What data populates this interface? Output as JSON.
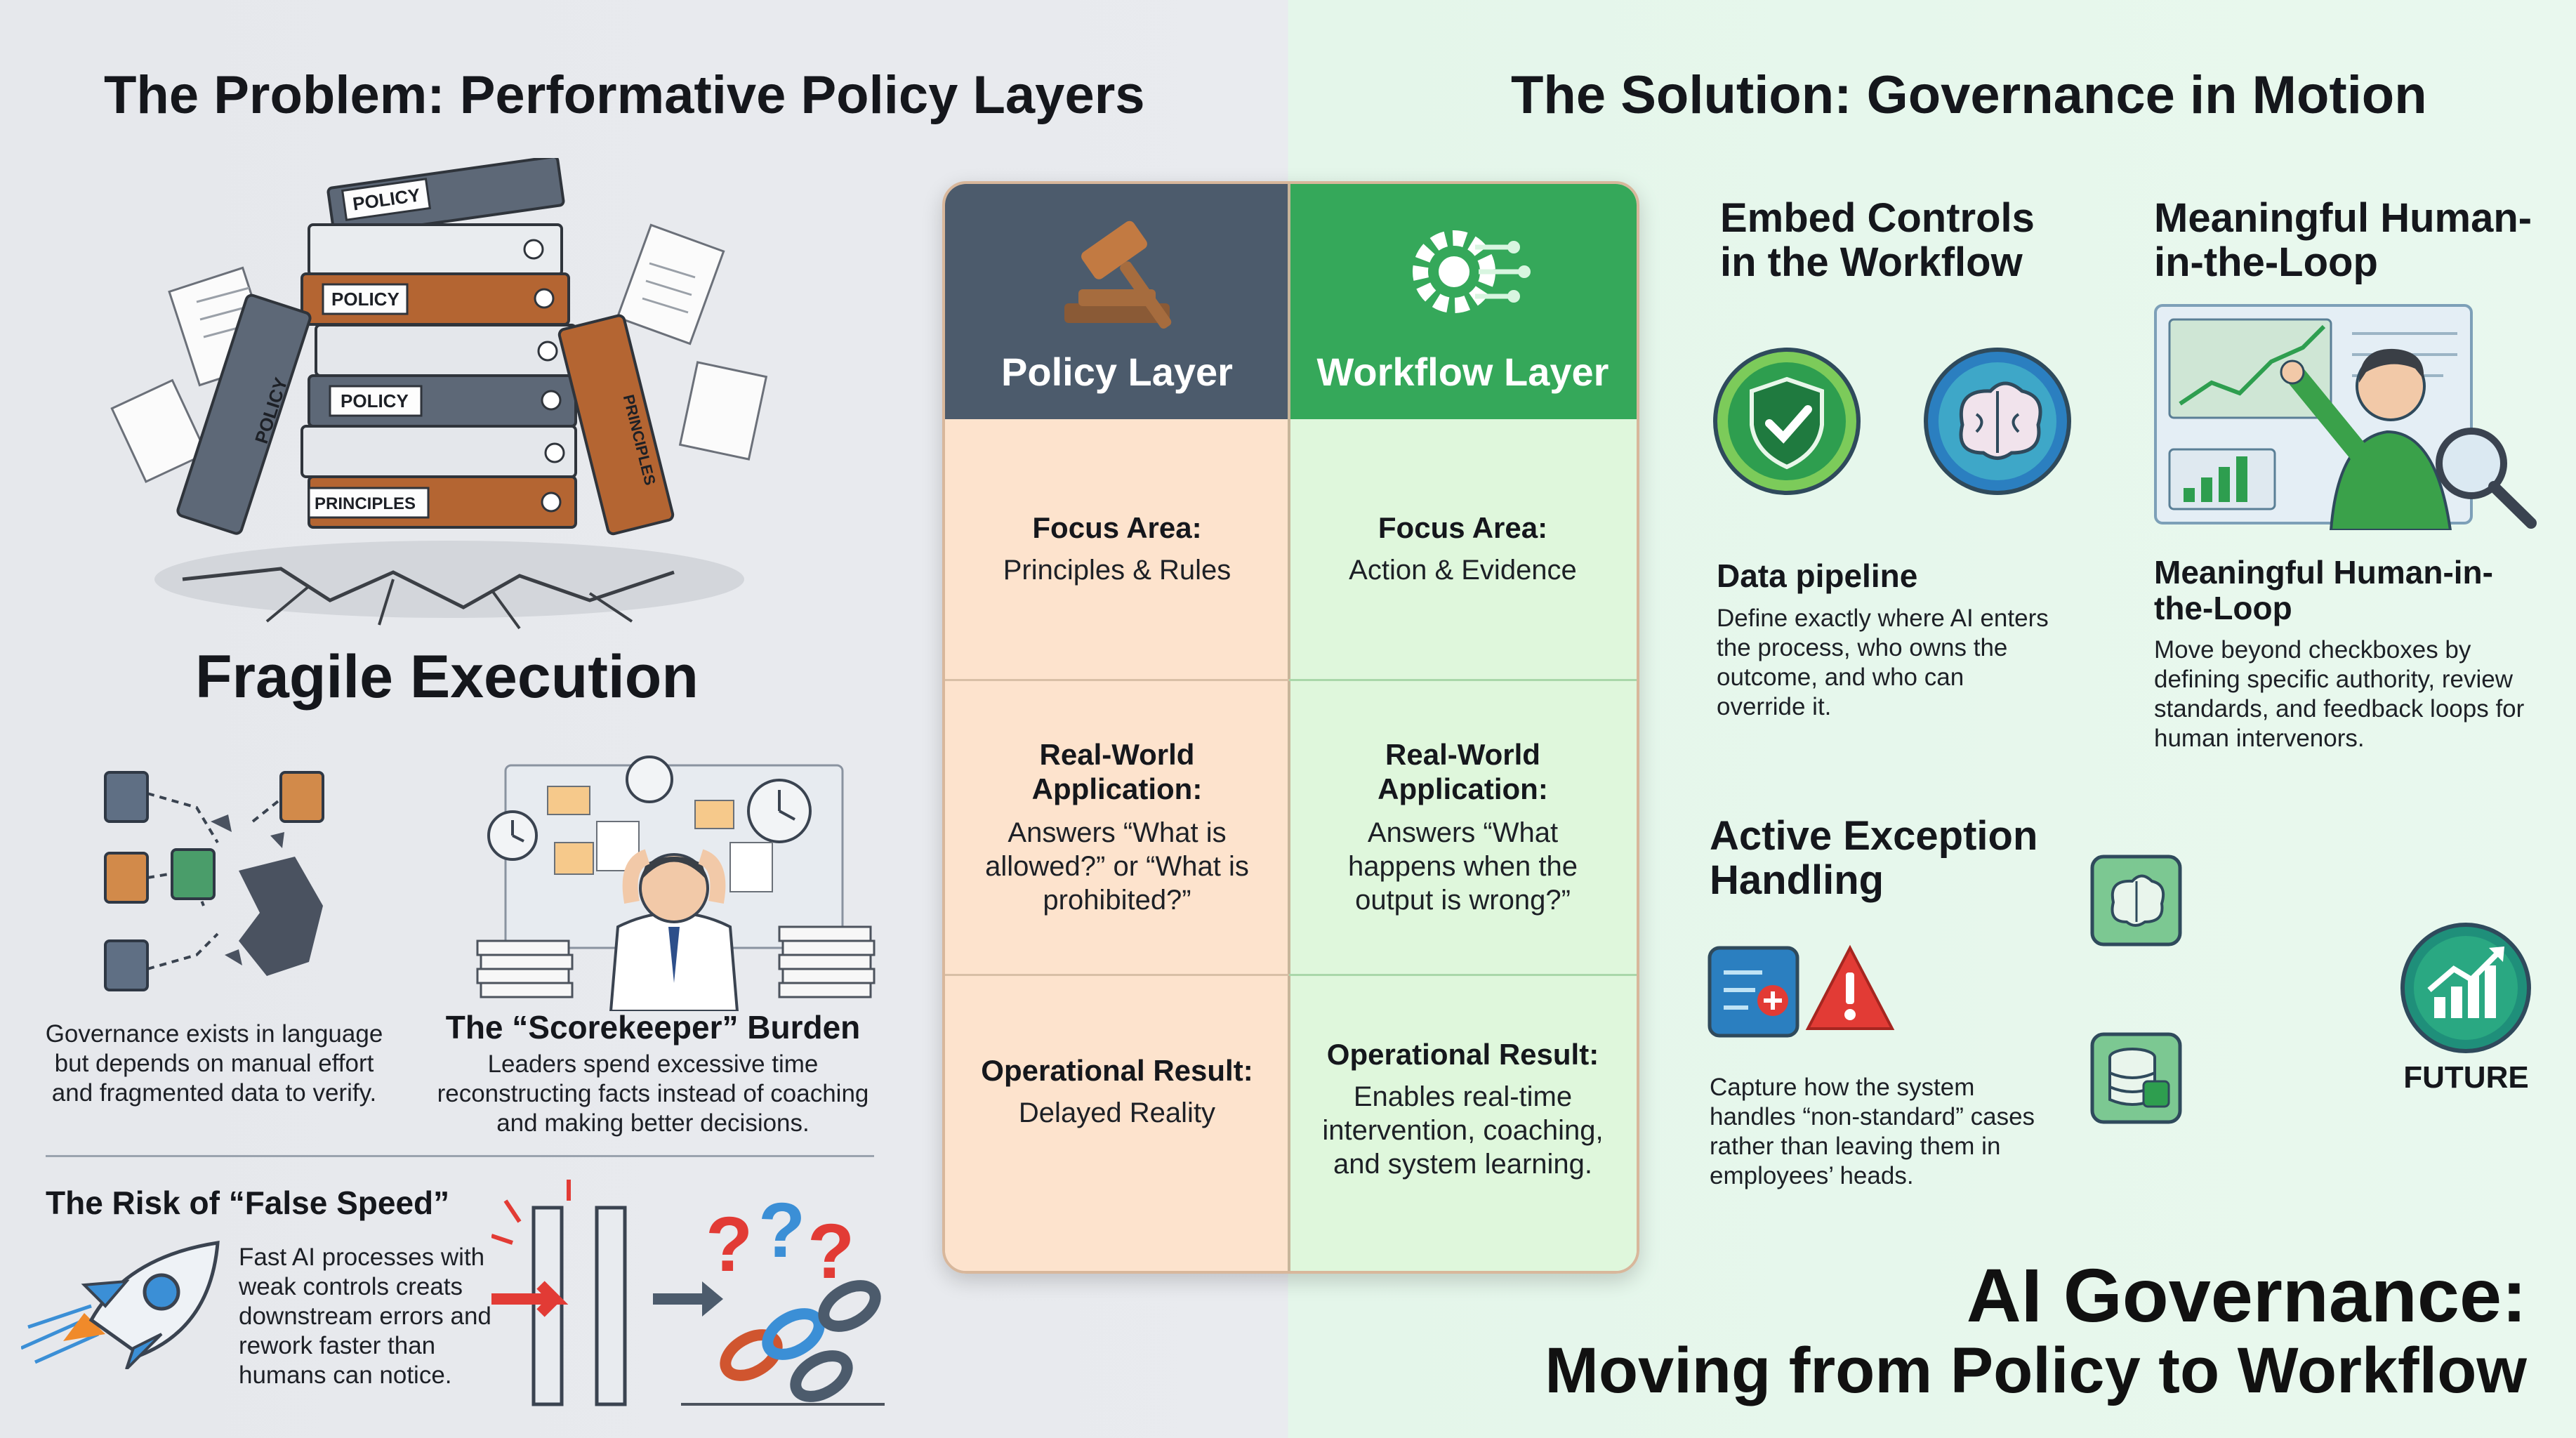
{
  "left": {
    "title": "The Problem: Performative Policy Layers",
    "books": [
      "POLICY",
      "POLICY",
      "POLICY",
      "POLICY",
      "PRINCIPLES",
      "PRINCIPLES"
    ],
    "fragile_title": "Fragile Execution",
    "governance_text": "Governance exists in language but depends on manual effort and fragmented data to verify.",
    "scorekeeper_title": "The “Scorekeeper” Burden",
    "scorekeeper_text": "Leaders spend excessive time reconstructing facts instead of coaching and making better decisions.",
    "false_speed_title": "The Risk of “False Speed”",
    "false_speed_text": "Fast AI processes with weak controls creats downstream errors and rework faster than humans can notice."
  },
  "table": {
    "policy_header": "Policy Layer",
    "workflow_header": "Workflow Layer",
    "rows": [
      {
        "label": "Focus Area:",
        "policy": "Principles & Rules",
        "workflow": "Action & Evidence"
      },
      {
        "label": "Real-World Application:",
        "policy": "Answers “What is allowed?” or “What is prohibited?”",
        "workflow": "Answers “What happens when the output is wrong?”"
      },
      {
        "label": "Operational Result:",
        "policy": "Delayed Reality",
        "workflow": "Enables real-time intervention, coaching, and system learning."
      }
    ]
  },
  "right": {
    "title": "The Solution: Governance in Motion",
    "embed_title": "Embed Controls in the Workflow",
    "meaningful_title": "Meaningful Human-in-the-Loop",
    "data_pipeline_title": "Data pipeline",
    "data_pipeline_text": "Define exactly where AI enters the process, who owns the outcome, and who can override it.",
    "hitl_title": "Meaningful Human-in-the-Loop",
    "hitl_text": "Move beyond checkboxes by defining specific authority, review standards, and feedback loops for human intervenors.",
    "exception_title": "Active Exception Handling",
    "exception_text": "Capture how the system handles “non-standard” cases rather than leaving them in employees’ heads.",
    "future_label": "FUTURE",
    "main_title_1": "AI Governance:",
    "main_title_2": "Moving from Policy to Workflow"
  },
  "colors": {
    "policy_header": "#4c5b6c",
    "workflow_header": "#35a85a",
    "policy_cell": "#fde3cd",
    "workflow_cell": "#dff7dc",
    "accent_green": "#2e9e4f",
    "accent_blue": "#2b7fc0",
    "warning_red": "#e23b35"
  },
  "icons": [
    "gavel-icon",
    "gear-circuit-icon",
    "shield-check-icon",
    "brain-icon",
    "magnifier-icon",
    "warning-icon",
    "database-icon",
    "growth-chart-icon",
    "rocket-icon",
    "broken-chain-icon"
  ]
}
